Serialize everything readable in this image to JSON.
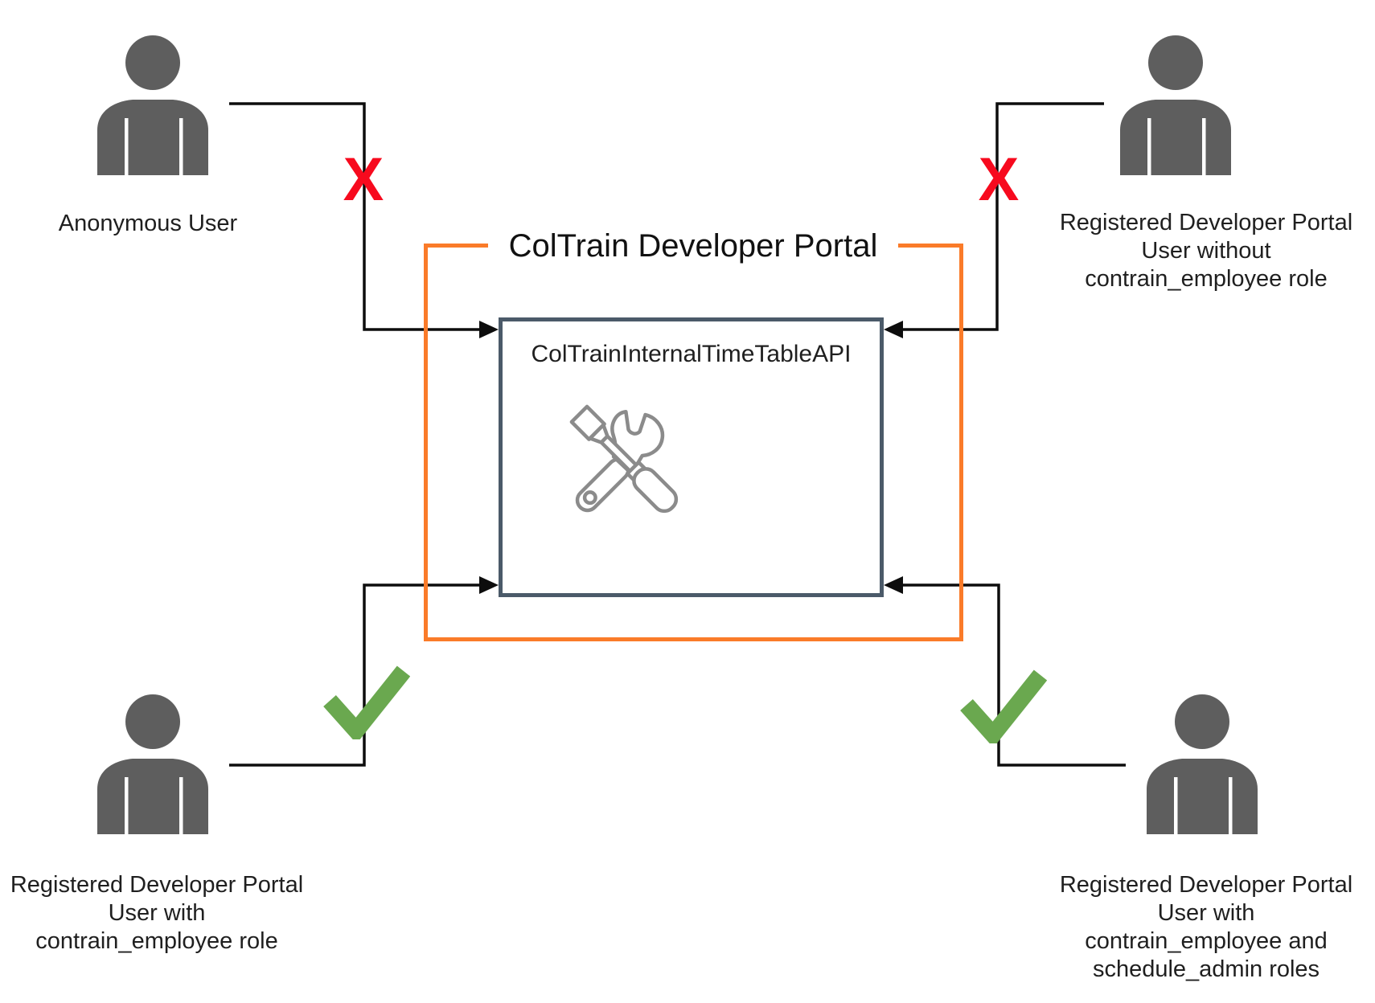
{
  "title": "ColTrain Developer Portal",
  "api": {
    "name": "ColTrainInternalTimeTableAPI",
    "icon": "crossed-screwdriver-wrench"
  },
  "actors": {
    "top_left": {
      "access": "denied",
      "lines": [
        "Anonymous User"
      ]
    },
    "top_right": {
      "access": "denied",
      "lines": [
        "Registered Developer Portal",
        "User without",
        "contrain_employee role"
      ]
    },
    "bottom_left": {
      "access": "allowed",
      "lines": [
        "Registered Developer Portal",
        "User with",
        "contrain_employee role"
      ]
    },
    "bottom_right": {
      "access": "allowed",
      "lines": [
        "Registered Developer Portal",
        "User with",
        "contrain_employee and",
        "schedule_admin roles"
      ]
    }
  },
  "markers": {
    "denied_glyph": "X",
    "allowed_glyph": "✓"
  },
  "colors": {
    "portal_border": "#fa7b29",
    "api_border": "#4b5a69",
    "denied": "#f70a1e",
    "allowed": "#6aa84f",
    "person": "#5e5e5e",
    "connector": "#0d0d0d",
    "tool_outline": "#8b8b8b"
  }
}
